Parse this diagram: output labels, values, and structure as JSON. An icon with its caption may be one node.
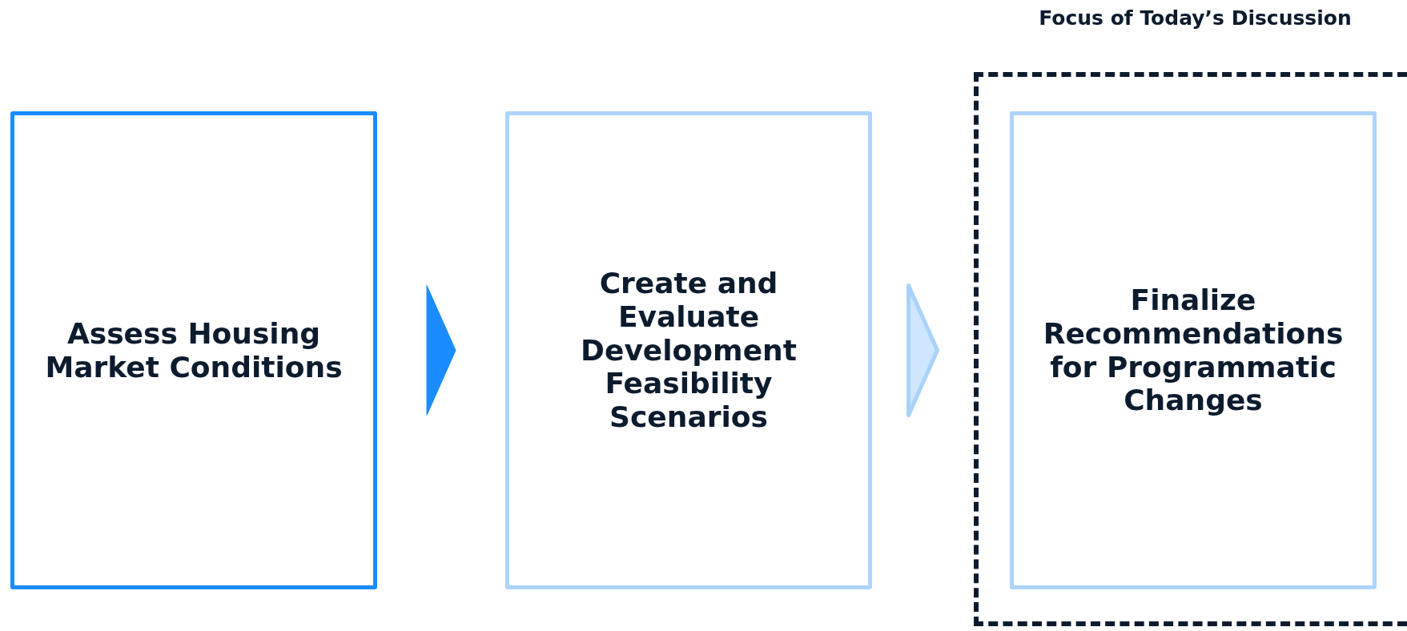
{
  "diagram": {
    "nodes": [
      {
        "text": [
          "Assess Housing Market Conditions"
        ]
      },
      {
        "text": [
          "Create and Evaluate Development Feasibility Scenarios"
        ]
      },
      {
        "text": [
          "Focus of Today’s Discussion"
        ]
      },
      {
        "text": [
          "Finalize Recommendations for Programmatic Changes"
        ],
        "in": 2
      }
    ],
    "edges": [
      {
        "from": 0,
        "to": 1,
        "arrow": "to",
        "color": "#1a8cff"
      },
      {
        "from": 1,
        "to": 2,
        "arrow": "to",
        "color": "#a9d2fb"
      }
    ]
  }
}
